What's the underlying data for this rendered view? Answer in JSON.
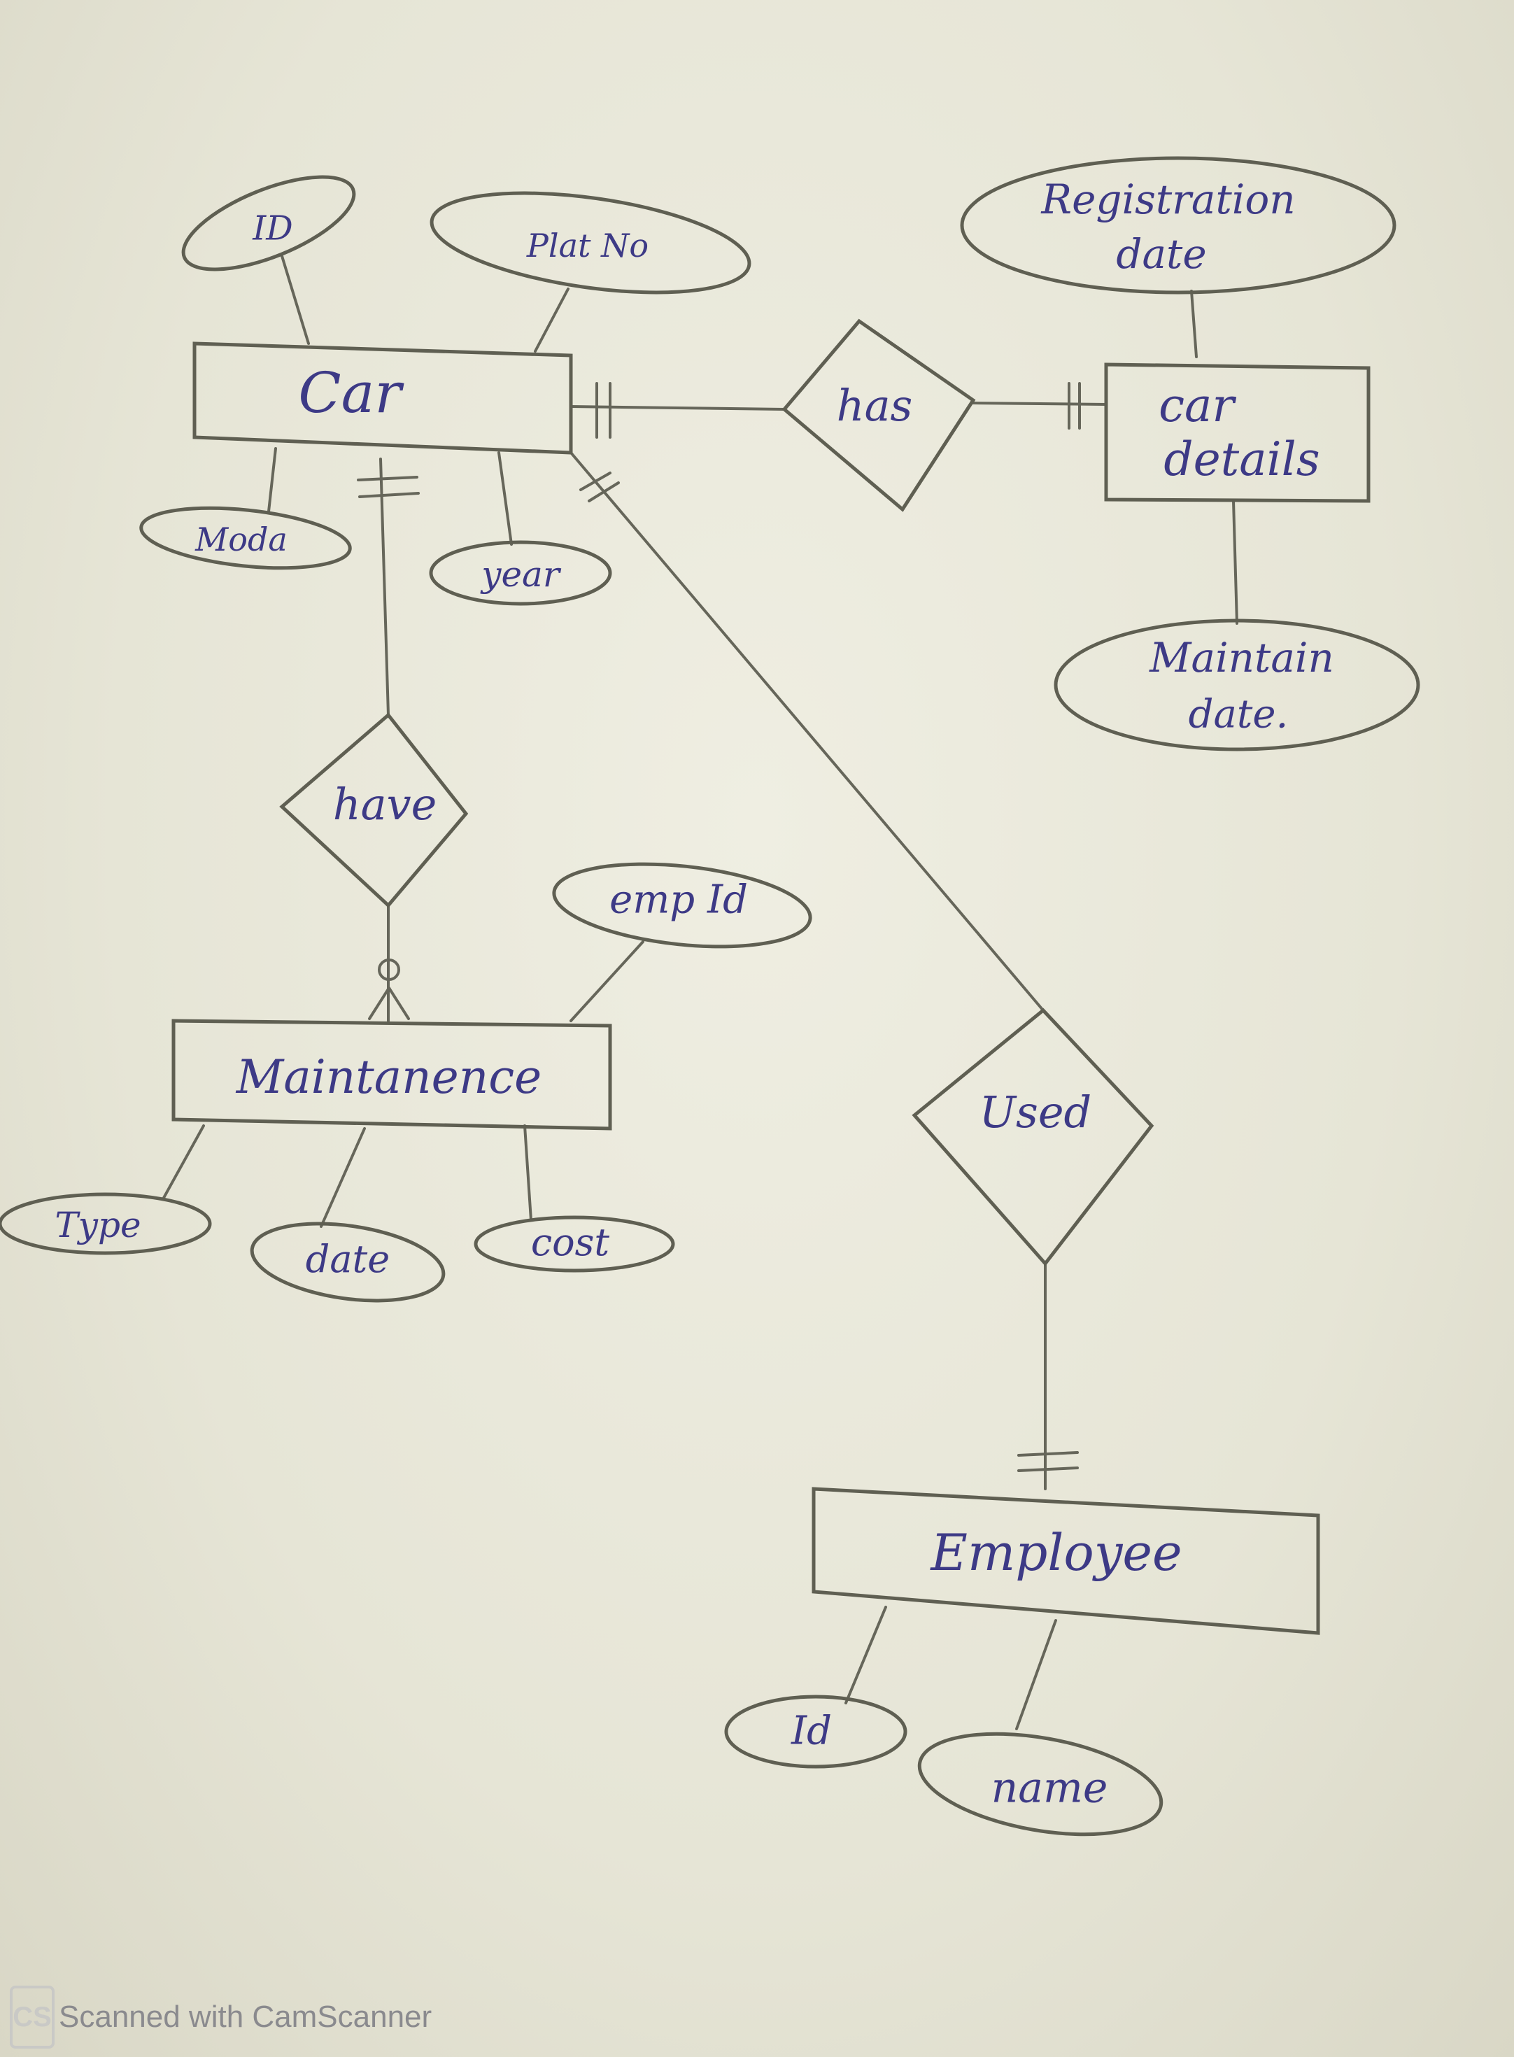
{
  "entities": {
    "car": "Car",
    "car_details": [
      "car",
      "details"
    ],
    "maintenance": "Maintanence",
    "employee": "Employee"
  },
  "relationships": {
    "has": "has",
    "have": "have",
    "used": "Used"
  },
  "attributes": {
    "car_id": "ID",
    "plate_no": "Plat No",
    "model": "Moda",
    "year": "year",
    "registration_date": [
      "Registration",
      "date"
    ],
    "maintain_date": [
      "Maintain",
      "date."
    ],
    "emp_id": "emp Id",
    "type": "Type",
    "date": "date",
    "cost": "cost",
    "employee_id": "Id",
    "employee_name": "name"
  },
  "watermark": {
    "logo": "CS",
    "text": "Scanned with CamScanner"
  },
  "colors": {
    "ink": "#3d3a86",
    "pencil": "#5f5f52",
    "paper": "#e8e7d8"
  }
}
